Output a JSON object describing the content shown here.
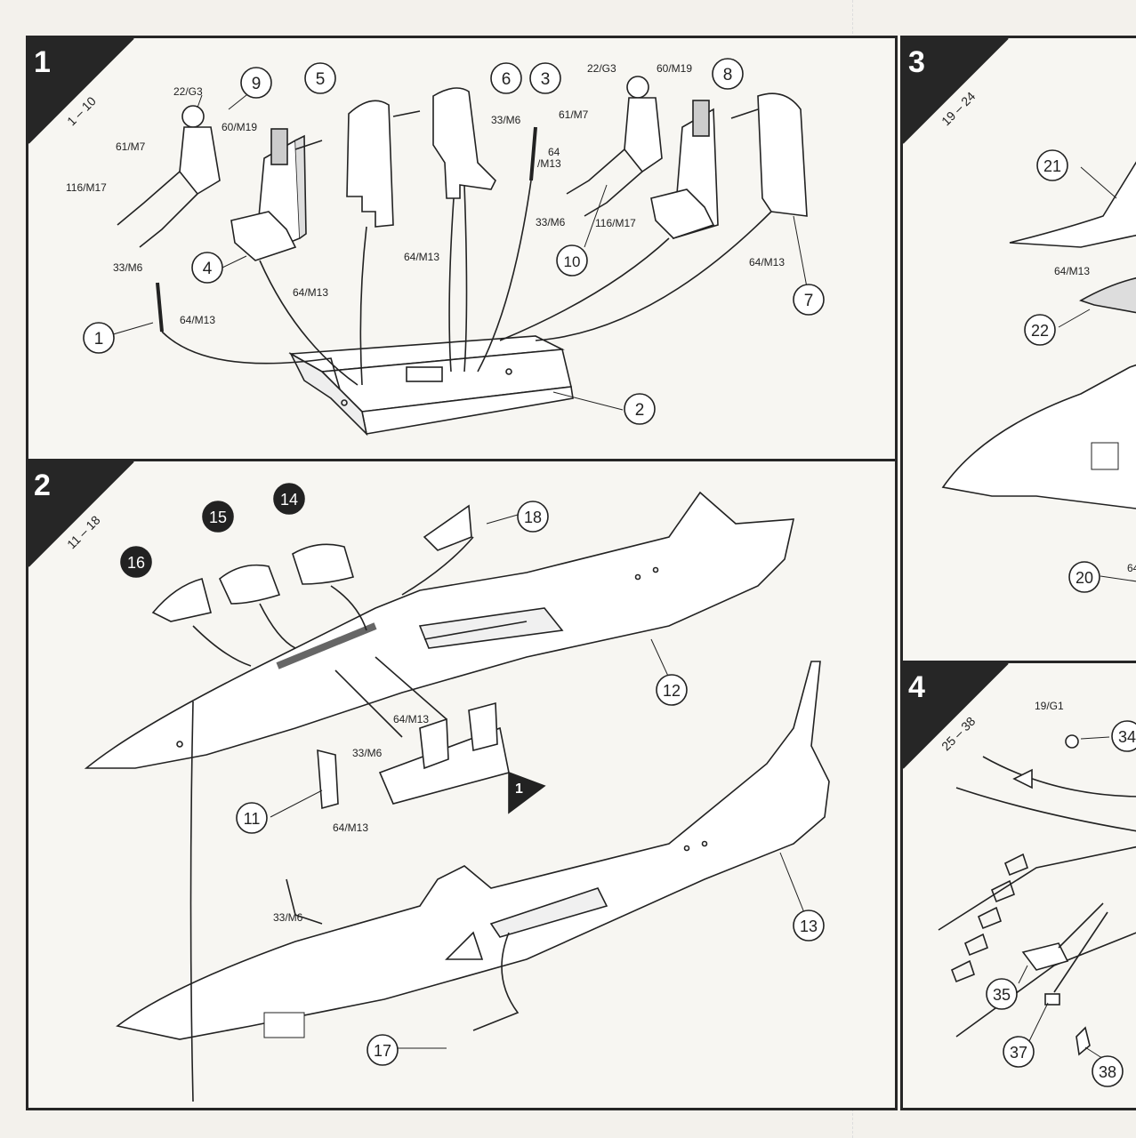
{
  "steps": [
    {
      "number": "1",
      "range": "1 – 10"
    },
    {
      "number": "2",
      "range": "11 – 18"
    },
    {
      "number": "3",
      "range": "19 – 24"
    },
    {
      "number": "4",
      "range": "25 – 38"
    }
  ],
  "step1": {
    "callouts": [
      "9",
      "5",
      "6",
      "3",
      "8",
      "4",
      "10",
      "7",
      "1",
      "2"
    ],
    "labels": {
      "g3_left": "22/G3",
      "m19_left": "60/M19",
      "m7_left": "61/M7",
      "m17_left": "116/M17",
      "m6_left": "33/M6",
      "m13_fig": "64/M13",
      "m13_seat_left": "64/M13",
      "m13_center": "64/M13",
      "m6_top": "33/M6",
      "m13_split_a": "64",
      "m13_split_b": "/M13",
      "g3_right": "22/G3",
      "m19_right": "60/M19",
      "m7_right": "61/M7",
      "m6_right": "33/M6",
      "m17_right": "116/M17",
      "m13_right": "64/M13"
    }
  },
  "step2": {
    "callouts_filled": [
      "15",
      "14",
      "16"
    ],
    "callouts": [
      "18",
      "12",
      "11",
      "13",
      "17"
    ],
    "ref_marker": "1",
    "labels": {
      "m13_a": "64/M13",
      "m6_a": "33/M6",
      "m13_b": "64/M13",
      "m6_b": "33/M6"
    }
  },
  "step3": {
    "callouts": [
      "21",
      "22",
      "20"
    ],
    "labels": {
      "m13": "64/M13",
      "cut": "64"
    }
  },
  "step4": {
    "callouts": [
      "34",
      "35",
      "37",
      "38"
    ],
    "labels": {
      "g1": "19/G1"
    }
  }
}
